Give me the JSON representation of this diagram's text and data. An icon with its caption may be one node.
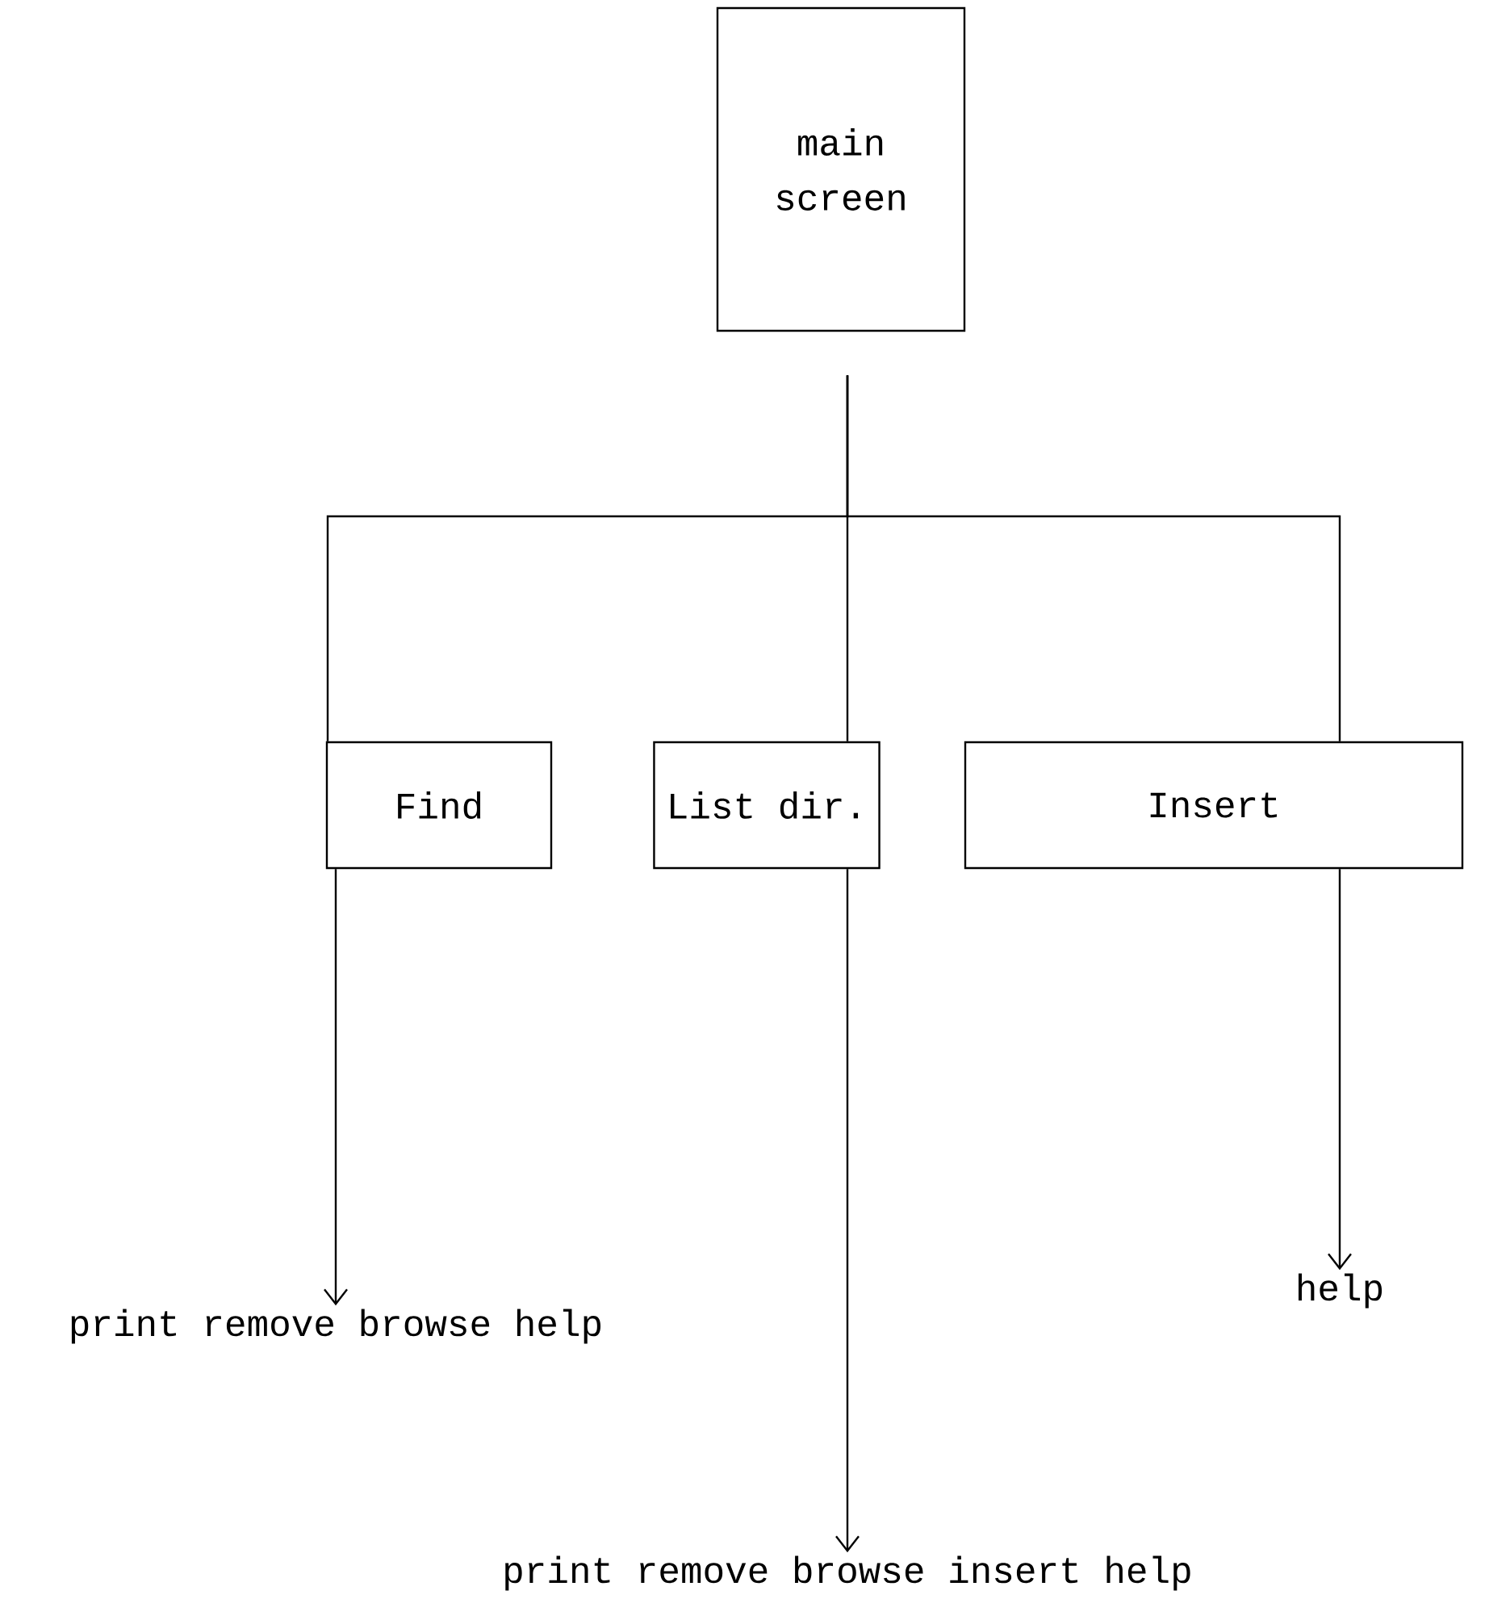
{
  "diagram": {
    "nodes": [
      {
        "text": [
          "main screen"
        ]
      },
      {
        "text": [
          "Find"
        ]
      },
      {
        "text": [
          "List dir."
        ]
      },
      {
        "text": [
          "Insert"
        ]
      },
      {
        "text": [
          "print remove browse help"
        ]
      },
      {
        "text": [
          "print remove browse insert help"
        ]
      },
      {
        "text": [
          "help"
        ]
      }
    ],
    "edges": [
      {
        "from": 0,
        "to": 1,
        "arrow": "none"
      },
      {
        "from": 0,
        "to": 2,
        "arrow": "none"
      },
      {
        "from": 0,
        "to": 3,
        "arrow": "none"
      },
      {
        "from": 1,
        "to": 4,
        "arrow": "to"
      },
      {
        "from": 2,
        "to": 5,
        "arrow": "to"
      },
      {
        "from": 3,
        "to": 6,
        "arrow": "to"
      }
    ]
  }
}
